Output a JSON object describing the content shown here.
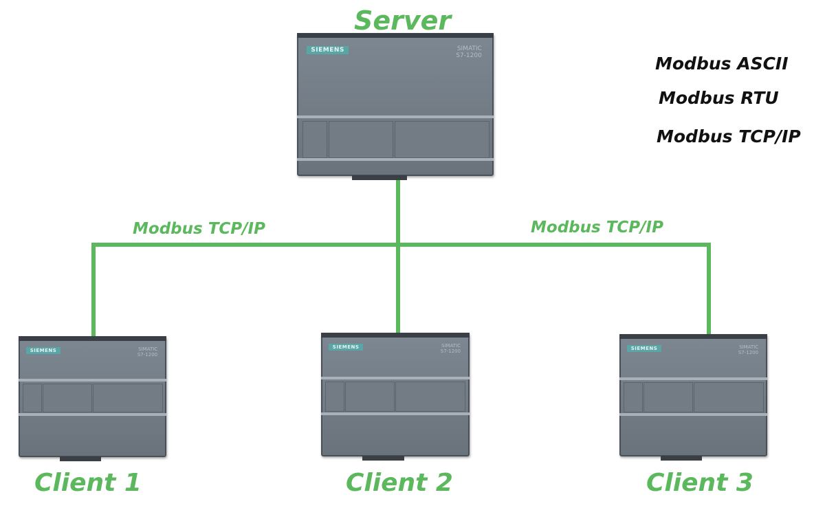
{
  "server": {
    "title": "Server",
    "brand": "SIEMENS",
    "model_line1": "SIMATIC",
    "model_line2": "S7-1200"
  },
  "protocols": [
    "Modbus ASCII",
    "Modbus RTU",
    "Modbus TCP/IP"
  ],
  "links": {
    "left_label": "Modbus TCP/IP",
    "right_label": "Modbus TCP/IP"
  },
  "clients": [
    {
      "title": "Client 1",
      "brand": "SIEMENS",
      "model_line1": "SIMATIC",
      "model_line2": "S7-1200"
    },
    {
      "title": "Client 2",
      "brand": "SIEMENS",
      "model_line1": "SIMATIC",
      "model_line2": "S7-1200"
    },
    {
      "title": "Client 3",
      "brand": "SIEMENS",
      "model_line1": "SIMATIC",
      "model_line2": "S7-1200"
    }
  ],
  "colors": {
    "accent": "#5cb85c",
    "text": "#111111",
    "device": "#6f7881"
  }
}
